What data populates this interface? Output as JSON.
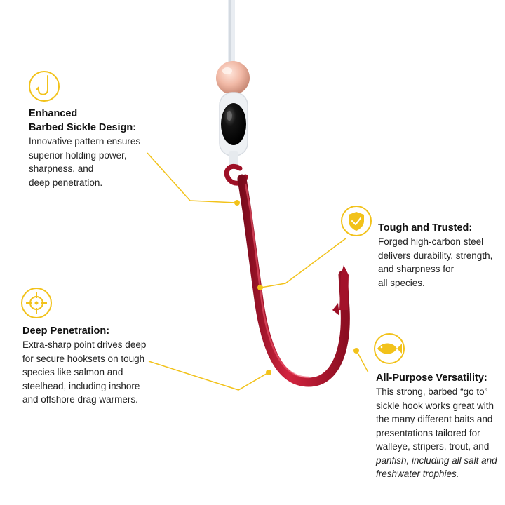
{
  "colors": {
    "accent": "#F2C21A",
    "hook_red": "#B3142B",
    "hook_dark": "#6E0A18",
    "bead_pink": "#F1B9A6",
    "bead_black": "#0C0C0C",
    "text": "#1a1a1a"
  },
  "features": [
    {
      "id": "sickle",
      "icon": "hook-icon",
      "title_line1": "Enhanced",
      "title_line2": "Barbed Sickle Design:",
      "body_lines": [
        "Innovative pattern ensures",
        "superior holding power,",
        "sharpness, and",
        "deep penetration."
      ]
    },
    {
      "id": "tough",
      "icon": "shield-check-icon",
      "title": "Tough and Trusted:",
      "body_lines": [
        "Forged high-carbon steel",
        "delivers durability, strength,",
        "and sharpness for",
        "all species."
      ]
    },
    {
      "id": "penetration",
      "icon": "crosshair-icon",
      "title": "Deep Penetration:",
      "body_lines": [
        "Extra-sharp point drives deep",
        "for secure hooksets on tough",
        "species like salmon and",
        "steelhead, including inshore",
        "and offshore drag warmers."
      ]
    },
    {
      "id": "versatility",
      "icon": "fish-icon",
      "title": "All-Purpose Versatility:",
      "body_lines": [
        "This strong, barbed “go to”",
        "sickle hook works great with",
        "the many different baits and",
        "presentations tailored for",
        "walleye, stripers, trout, and"
      ],
      "body_italic_lines": [
        "panfish, including all salt and",
        "freshwater trophies."
      ]
    }
  ]
}
